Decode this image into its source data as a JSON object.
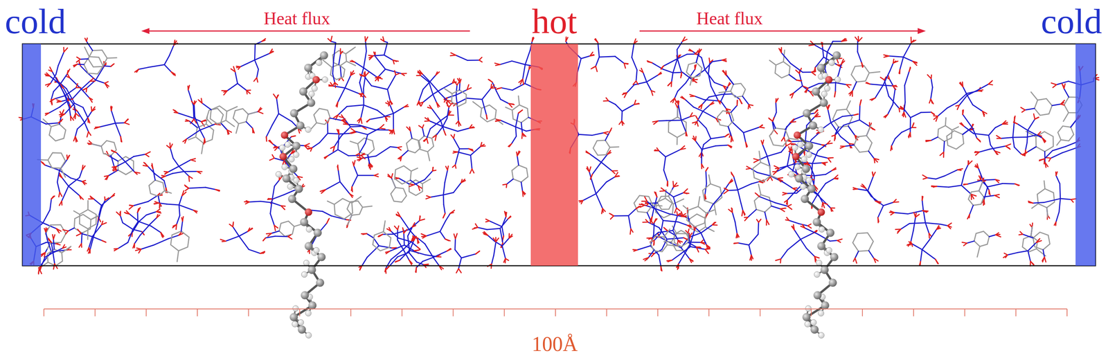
{
  "diagram": {
    "nodes": [
      {
        "text": [
          "cold"
        ]
      },
      {
        "text": [
          "hot"
        ]
      },
      {
        "text": [
          "cold"
        ]
      }
    ],
    "labels": [
      "Heat flux",
      "Heat flux",
      "100Å"
    ]
  }
}
